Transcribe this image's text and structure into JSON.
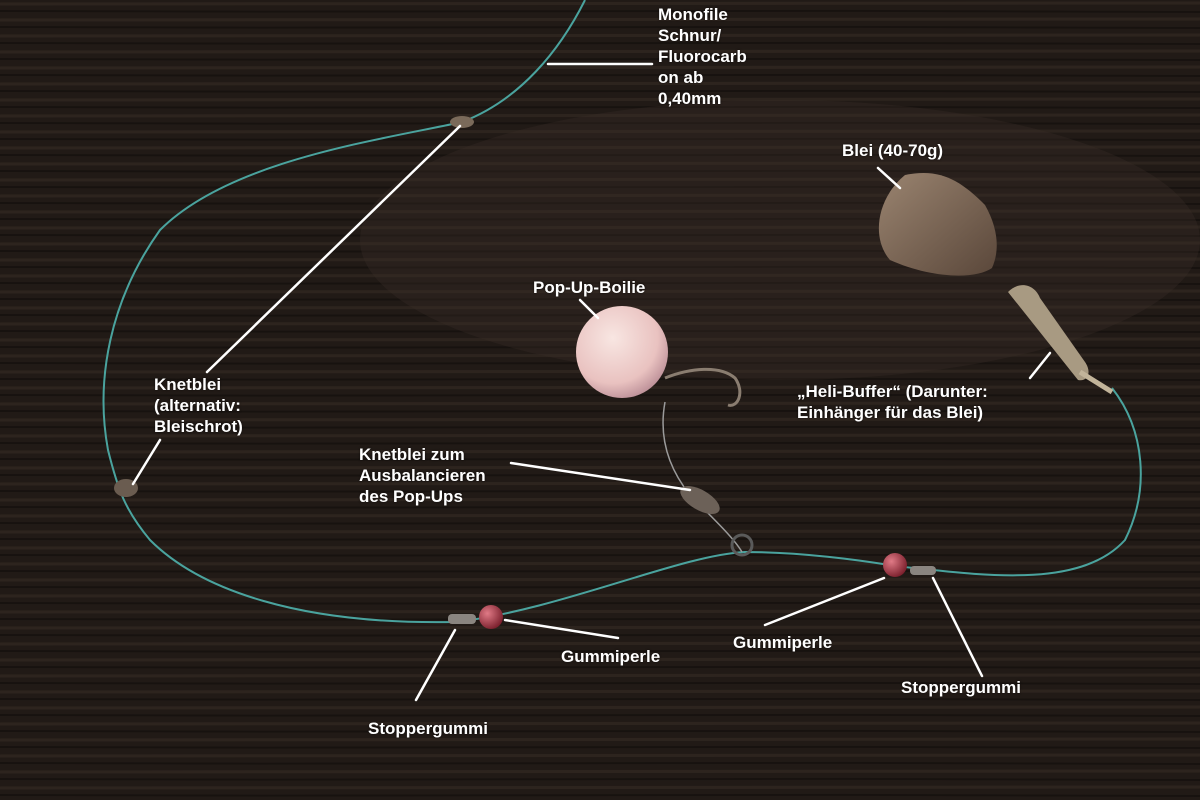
{
  "labels": {
    "mono_line": "Monofile\nSchnur/\nFluorocarb\non ab\n0,40mm",
    "lead_weight": "Blei (40-70g)",
    "pop_up_boilie": "Pop-Up-Boilie",
    "putty_alt": "Knetblei\n(alternativ:\nBleischrot)",
    "heli_buffer": "„Heli-Buffer“ (Darunter:\nEinhänger für das Blei)",
    "putty_balance": "Knetblei zum\nAusbalancieren\ndes Pop-Ups",
    "rubber_bead_left": "Gummiperle",
    "rubber_bead_right": "Gummiperle",
    "stopper_left": "Stoppergummi",
    "stopper_right": "Stoppergummi"
  },
  "colors": {
    "table_wood": "#211a16",
    "line": "#4fb3ad",
    "lead": "#7a6452",
    "boilie": "#f1d6d2",
    "bead": "#b23a4a",
    "label_text": "#ffffff"
  }
}
